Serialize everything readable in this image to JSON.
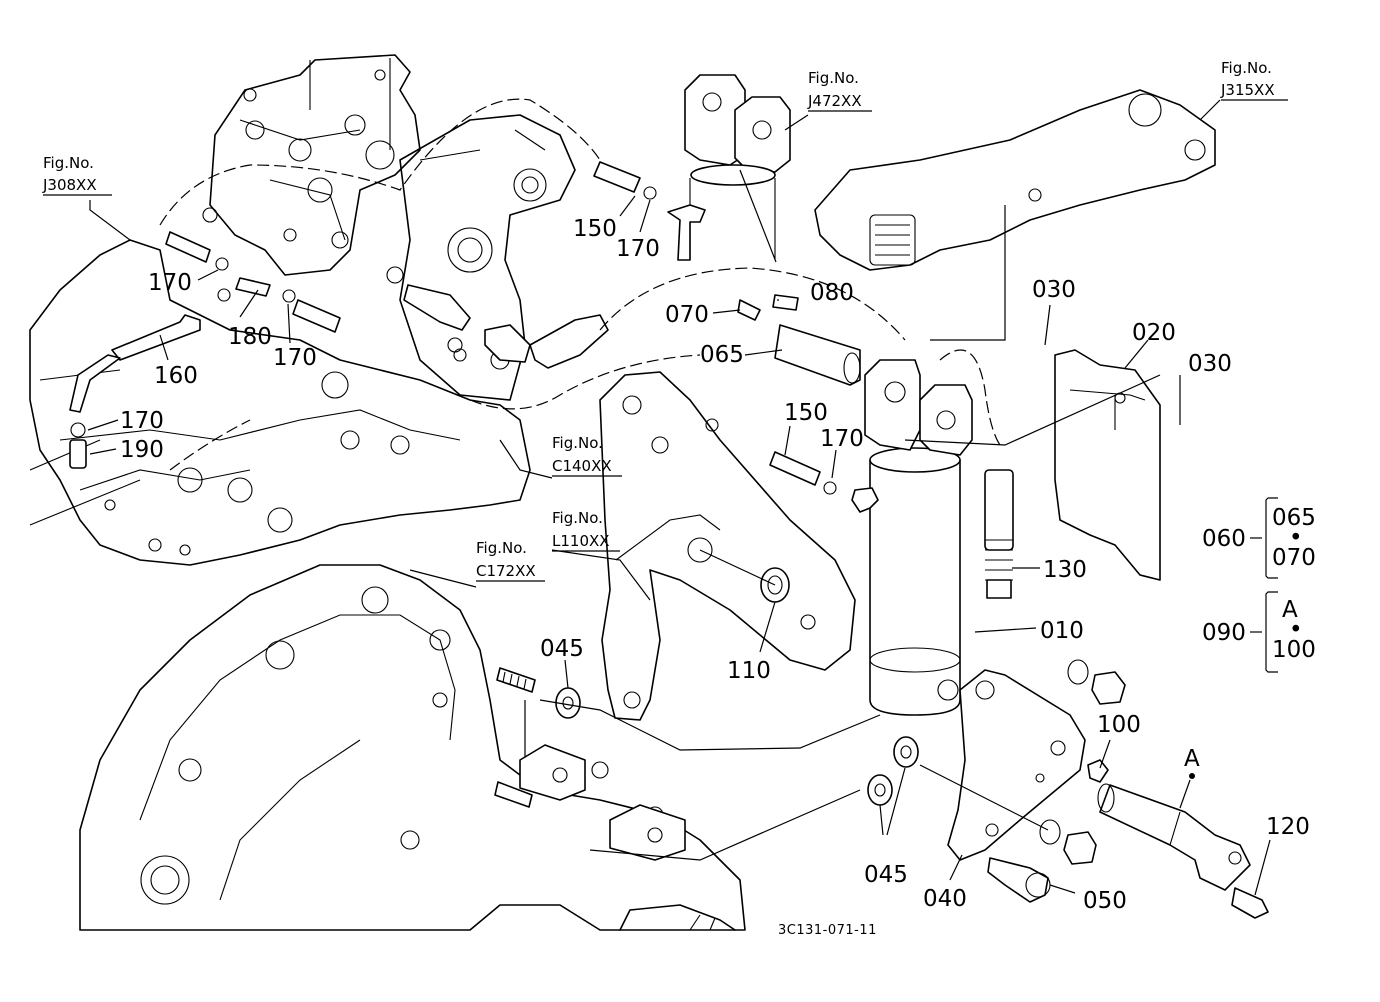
{
  "fig_refs": {
    "j308": {
      "label": "Fig.No.",
      "code": "J308XX"
    },
    "j472": {
      "label": "Fig.No.",
      "code": "J472XX"
    },
    "j315": {
      "label": "Fig.No.",
      "code": "J315XX"
    },
    "c140": {
      "label": "Fig.No.",
      "code": "C140XX"
    },
    "l110": {
      "label": "Fig.No.",
      "code": "L110XX"
    },
    "c172": {
      "label": "Fig.No.",
      "code": "C172XX"
    }
  },
  "parts": {
    "p150a": "150",
    "p170a": "170",
    "p170b": "170",
    "p180": "180",
    "p170c": "170",
    "p160": "160",
    "p170d": "170",
    "p190": "190",
    "p070": "070",
    "p080": "080",
    "p065": "065",
    "p150b": "150",
    "p170e": "170",
    "p030a": "030",
    "p020": "020",
    "p030b": "030",
    "p130": "130",
    "p010": "010",
    "p110": "110",
    "p045a": "045",
    "p100": "100",
    "pA": "A",
    "p120": "120",
    "p045b": "045",
    "p040": "040",
    "p050": "050"
  },
  "groups": {
    "g060": {
      "parent": "060",
      "items": [
        "065",
        "070"
      ],
      "sep": "•"
    },
    "g090": {
      "parent": "090",
      "items": [
        "A",
        "100"
      ],
      "sep": "•"
    }
  },
  "footer": {
    "drawing_number": "3C131-071-11"
  }
}
